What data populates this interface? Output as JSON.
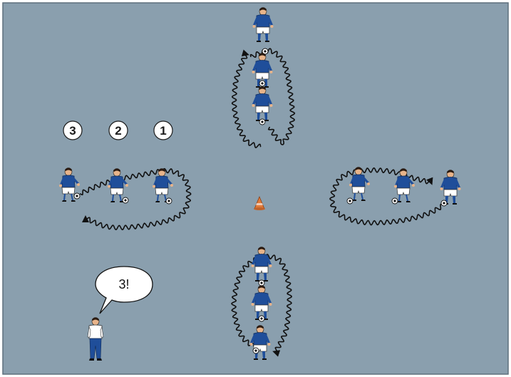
{
  "colors": {
    "field": "#8a9fae",
    "border": "#5d6f7c",
    "path": "#111111",
    "jersey": "#1f4e9a",
    "shorts": "#ffffff",
    "skin": "#e8b48a",
    "hair": "#2a1a10",
    "cone": "#e07a3a",
    "ball": "#ffffff"
  },
  "labels": {
    "number_3": "3",
    "number_2": "2",
    "number_1": "1",
    "coach_call": "3!"
  },
  "icons": {
    "player": "player-icon",
    "ball": "ball-icon",
    "cone": "cone-icon",
    "coach": "coach-icon",
    "speech": "speech-bubble-icon"
  }
}
